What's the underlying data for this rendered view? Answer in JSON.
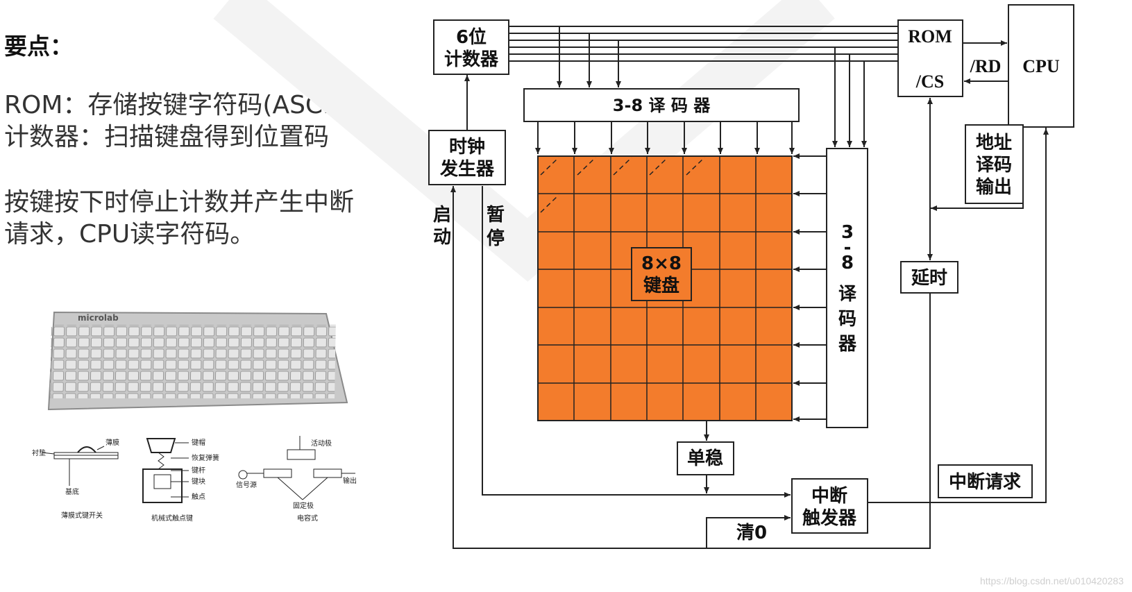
{
  "left_panel": {
    "title": "要点：",
    "rom_note": "ROM：存储按键字符码(ASCII)",
    "counter_note": "计数器：扫描键盘得到位置码",
    "interrupt_note_1": "按键按下时停止计数并产生中断",
    "interrupt_note_2": "请求，CPU读字符码。"
  },
  "keyboard_photo": {
    "brand": "microlab"
  },
  "switch_figures": {
    "membrane": {
      "label_liner": "衬垫",
      "label_film": "薄膜",
      "label_base": "基底",
      "caption": "薄膜式键开关"
    },
    "mechanical": {
      "label_cap": "键帽",
      "label_spring": "恢复弹簧",
      "label_stem": "键杆",
      "label_block": "键块",
      "label_contact": "触点",
      "caption": "机械式触点键"
    },
    "capacitive": {
      "label_moving": "活动极",
      "label_source": "信号源",
      "label_output": "输出",
      "label_fixed": "固定极",
      "caption": "电容式"
    }
  },
  "diagram": {
    "counter": [
      "6位",
      "计数器"
    ],
    "clock": [
      "时钟",
      "发生器"
    ],
    "decoder_top": "3-8 译 码 器",
    "decoder_right": [
      "3",
      "-",
      "8",
      "译",
      "码",
      "器"
    ],
    "keyboard": [
      "8×8",
      "键盘"
    ],
    "rom": "ROM",
    "cs": "/CS",
    "rd": "/RD",
    "cpu": "CPU",
    "addr_decode": [
      "地址",
      "译码",
      "输出"
    ],
    "delay": "延时",
    "monostable": "单稳",
    "interrupt_trigger": [
      "中断",
      "触发器"
    ],
    "interrupt_request": "中断请求",
    "clear": "清0",
    "start": [
      "启",
      "动"
    ],
    "pause": [
      "暂",
      "停"
    ],
    "colors": {
      "keyboard_fill": "#f37c2c",
      "line": "#222222"
    }
  },
  "watermark": "https://blog.csdn.net/u010420283"
}
